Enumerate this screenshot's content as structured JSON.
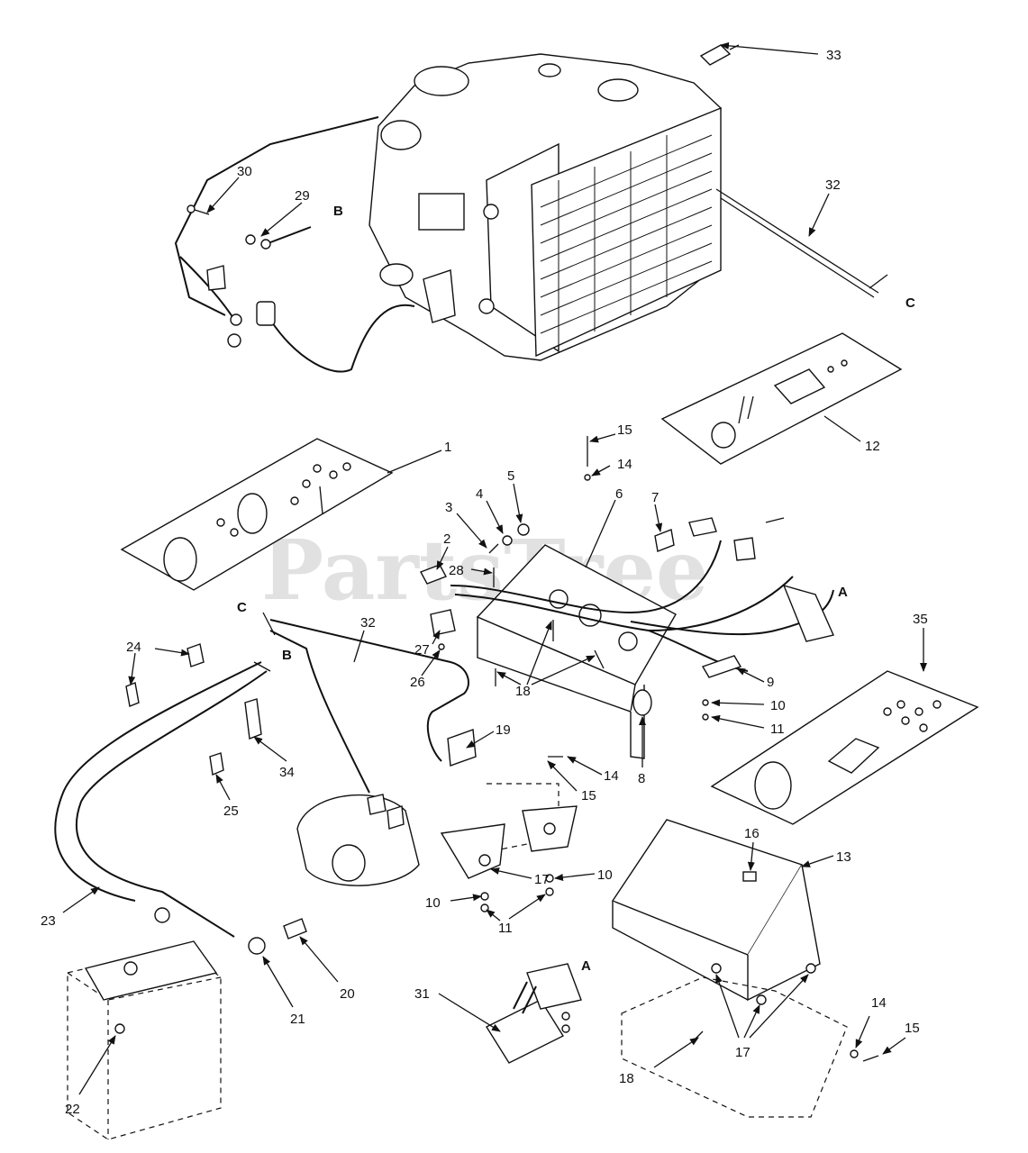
{
  "watermark": "PartsTree",
  "callouts": [
    {
      "id": "c33",
      "label": "33"
    },
    {
      "id": "c30",
      "label": "30"
    },
    {
      "id": "c29",
      "label": "29"
    },
    {
      "id": "c32a",
      "label": "32"
    },
    {
      "id": "c15a",
      "label": "15"
    },
    {
      "id": "c14a",
      "label": "14"
    },
    {
      "id": "c12",
      "label": "12"
    },
    {
      "id": "c1",
      "label": "1"
    },
    {
      "id": "c3",
      "label": "3"
    },
    {
      "id": "c4",
      "label": "4"
    },
    {
      "id": "c5",
      "label": "5"
    },
    {
      "id": "c6",
      "label": "6"
    },
    {
      "id": "c7",
      "label": "7"
    },
    {
      "id": "c2",
      "label": "2"
    },
    {
      "id": "c28",
      "label": "28"
    },
    {
      "id": "c27",
      "label": "27"
    },
    {
      "id": "c26",
      "label": "26"
    },
    {
      "id": "c32b",
      "label": "32"
    },
    {
      "id": "c24",
      "label": "24"
    },
    {
      "id": "c18a",
      "label": "18"
    },
    {
      "id": "c9",
      "label": "9"
    },
    {
      "id": "c10a",
      "label": "10"
    },
    {
      "id": "c11a",
      "label": "11"
    },
    {
      "id": "c35",
      "label": "35"
    },
    {
      "id": "c8",
      "label": "8"
    },
    {
      "id": "c19",
      "label": "19"
    },
    {
      "id": "c14b",
      "label": "14"
    },
    {
      "id": "c15b",
      "label": "15"
    },
    {
      "id": "c34",
      "label": "34"
    },
    {
      "id": "c25",
      "label": "25"
    },
    {
      "id": "c16",
      "label": "16"
    },
    {
      "id": "c13",
      "label": "13"
    },
    {
      "id": "c17a",
      "label": "17"
    },
    {
      "id": "c10b",
      "label": "10"
    },
    {
      "id": "c10c",
      "label": "10"
    },
    {
      "id": "c11b",
      "label": "11"
    },
    {
      "id": "c23",
      "label": "23"
    },
    {
      "id": "c20",
      "label": "20"
    },
    {
      "id": "c21",
      "label": "21"
    },
    {
      "id": "c31",
      "label": "31"
    },
    {
      "id": "c22",
      "label": "22"
    },
    {
      "id": "c18b",
      "label": "18"
    },
    {
      "id": "c17b",
      "label": "17"
    },
    {
      "id": "c14c",
      "label": "14"
    },
    {
      "id": "c15c",
      "label": "15"
    }
  ],
  "connectors": [
    {
      "id": "B1",
      "label": "B"
    },
    {
      "id": "C1",
      "label": "C"
    },
    {
      "id": "A1",
      "label": "A"
    },
    {
      "id": "C2",
      "label": "C"
    },
    {
      "id": "B2",
      "label": "B"
    },
    {
      "id": "A2",
      "label": "A"
    }
  ]
}
